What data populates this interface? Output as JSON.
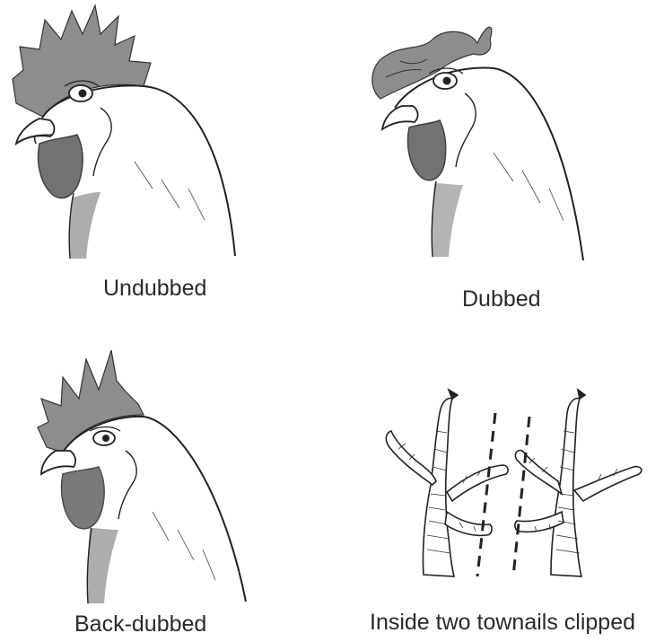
{
  "colors": {
    "comb": "#8d8d8d",
    "stipple": "#3a3a3a",
    "line": "#222222",
    "background": "#ffffff"
  },
  "panels": [
    {
      "caption": "Undubbed"
    },
    {
      "caption": "Dubbed"
    },
    {
      "caption": "Back-dubbed"
    },
    {
      "caption": "Inside two townails clipped"
    }
  ]
}
